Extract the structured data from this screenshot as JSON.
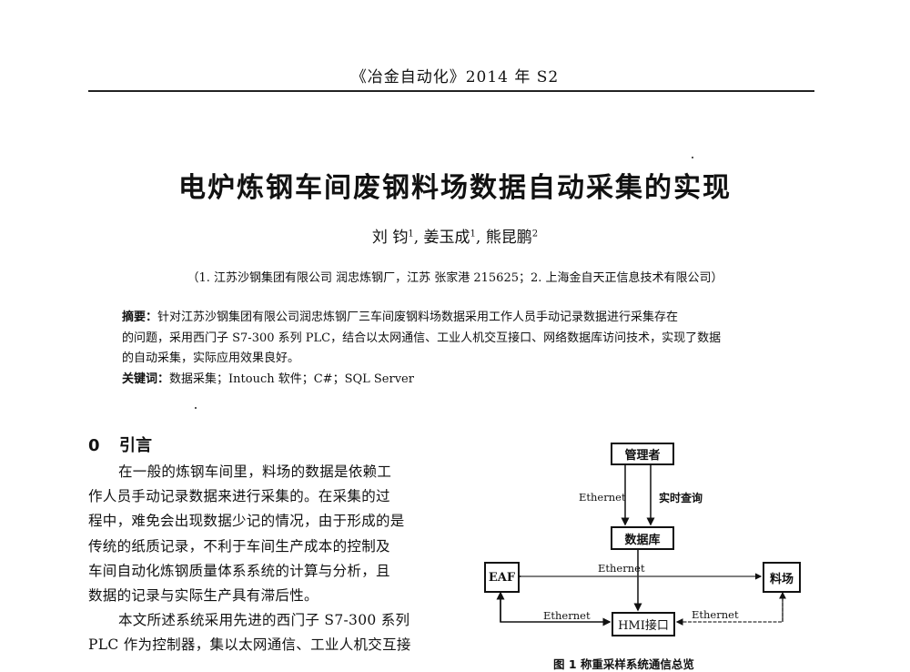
{
  "header": {
    "journal": "《冶金自动化》2014 年 S2"
  },
  "article": {
    "title": "电炉炼钢车间废钢料场数据自动采集的实现",
    "authors": [
      {
        "name": "刘  钧",
        "affil": "1"
      },
      {
        "name": "姜玉成",
        "affil": "1"
      },
      {
        "name": "熊昆鹏",
        "affil": "2"
      }
    ],
    "affiliation": "（1. 江苏沙钢集团有限公司 润忠炼钢厂，江苏 张家港 215625；2. 上海金自天正信息技术有限公司）",
    "abstract": {
      "label": "摘要：",
      "lines": [
        "针对江苏沙钢集团有限公司润忠炼钢厂三车间废钢料场数据采用工作人员手动记录数据进行采集存在",
        "的问题，采用西门子 S7-300 系列 PLC，结合以太网通信、工业人机交互接口、网络数据库访问技术，实现了数据",
        "的自动采集，实际应用效果良好。"
      ]
    },
    "keywords": {
      "label": "关键词：",
      "text": "数据采集；Intouch 软件；C#；SQL Server"
    }
  },
  "section": {
    "number": "0",
    "title": "引言"
  },
  "body": {
    "lines": [
      "在一般的炼钢车间里，料场的数据是依赖工",
      "作人员手动记录数据来进行采集的。在采集的过",
      "程中，难免会出现数据少记的情况，由于形成的是",
      "传统的纸质记录，不利于车间生产成本的控制及",
      "车间自动化炼钢质量体系系统的计算与分析，且",
      "数据的记录与实际生产具有滞后性。",
      "本文所述系统采用先进的西门子 S7-300 系列",
      "PLC 作为控制器，集以太网通信、工业人机交互接"
    ],
    "indented": [
      0,
      6
    ]
  },
  "figure": {
    "nodes": {
      "manager": "管理者",
      "database": "数据库",
      "eaf": "EAF",
      "yard": "料场",
      "hmi": "HMI接口"
    },
    "edge_labels": {
      "manager_db_left": "Ethernet",
      "manager_db_right": "实时查询",
      "eaf_yard": "Ethernet",
      "eaf_hmi": "Ethernet",
      "yard_hmi": "Ethernet"
    },
    "caption": "图 1   称重采样系统通信总览"
  }
}
